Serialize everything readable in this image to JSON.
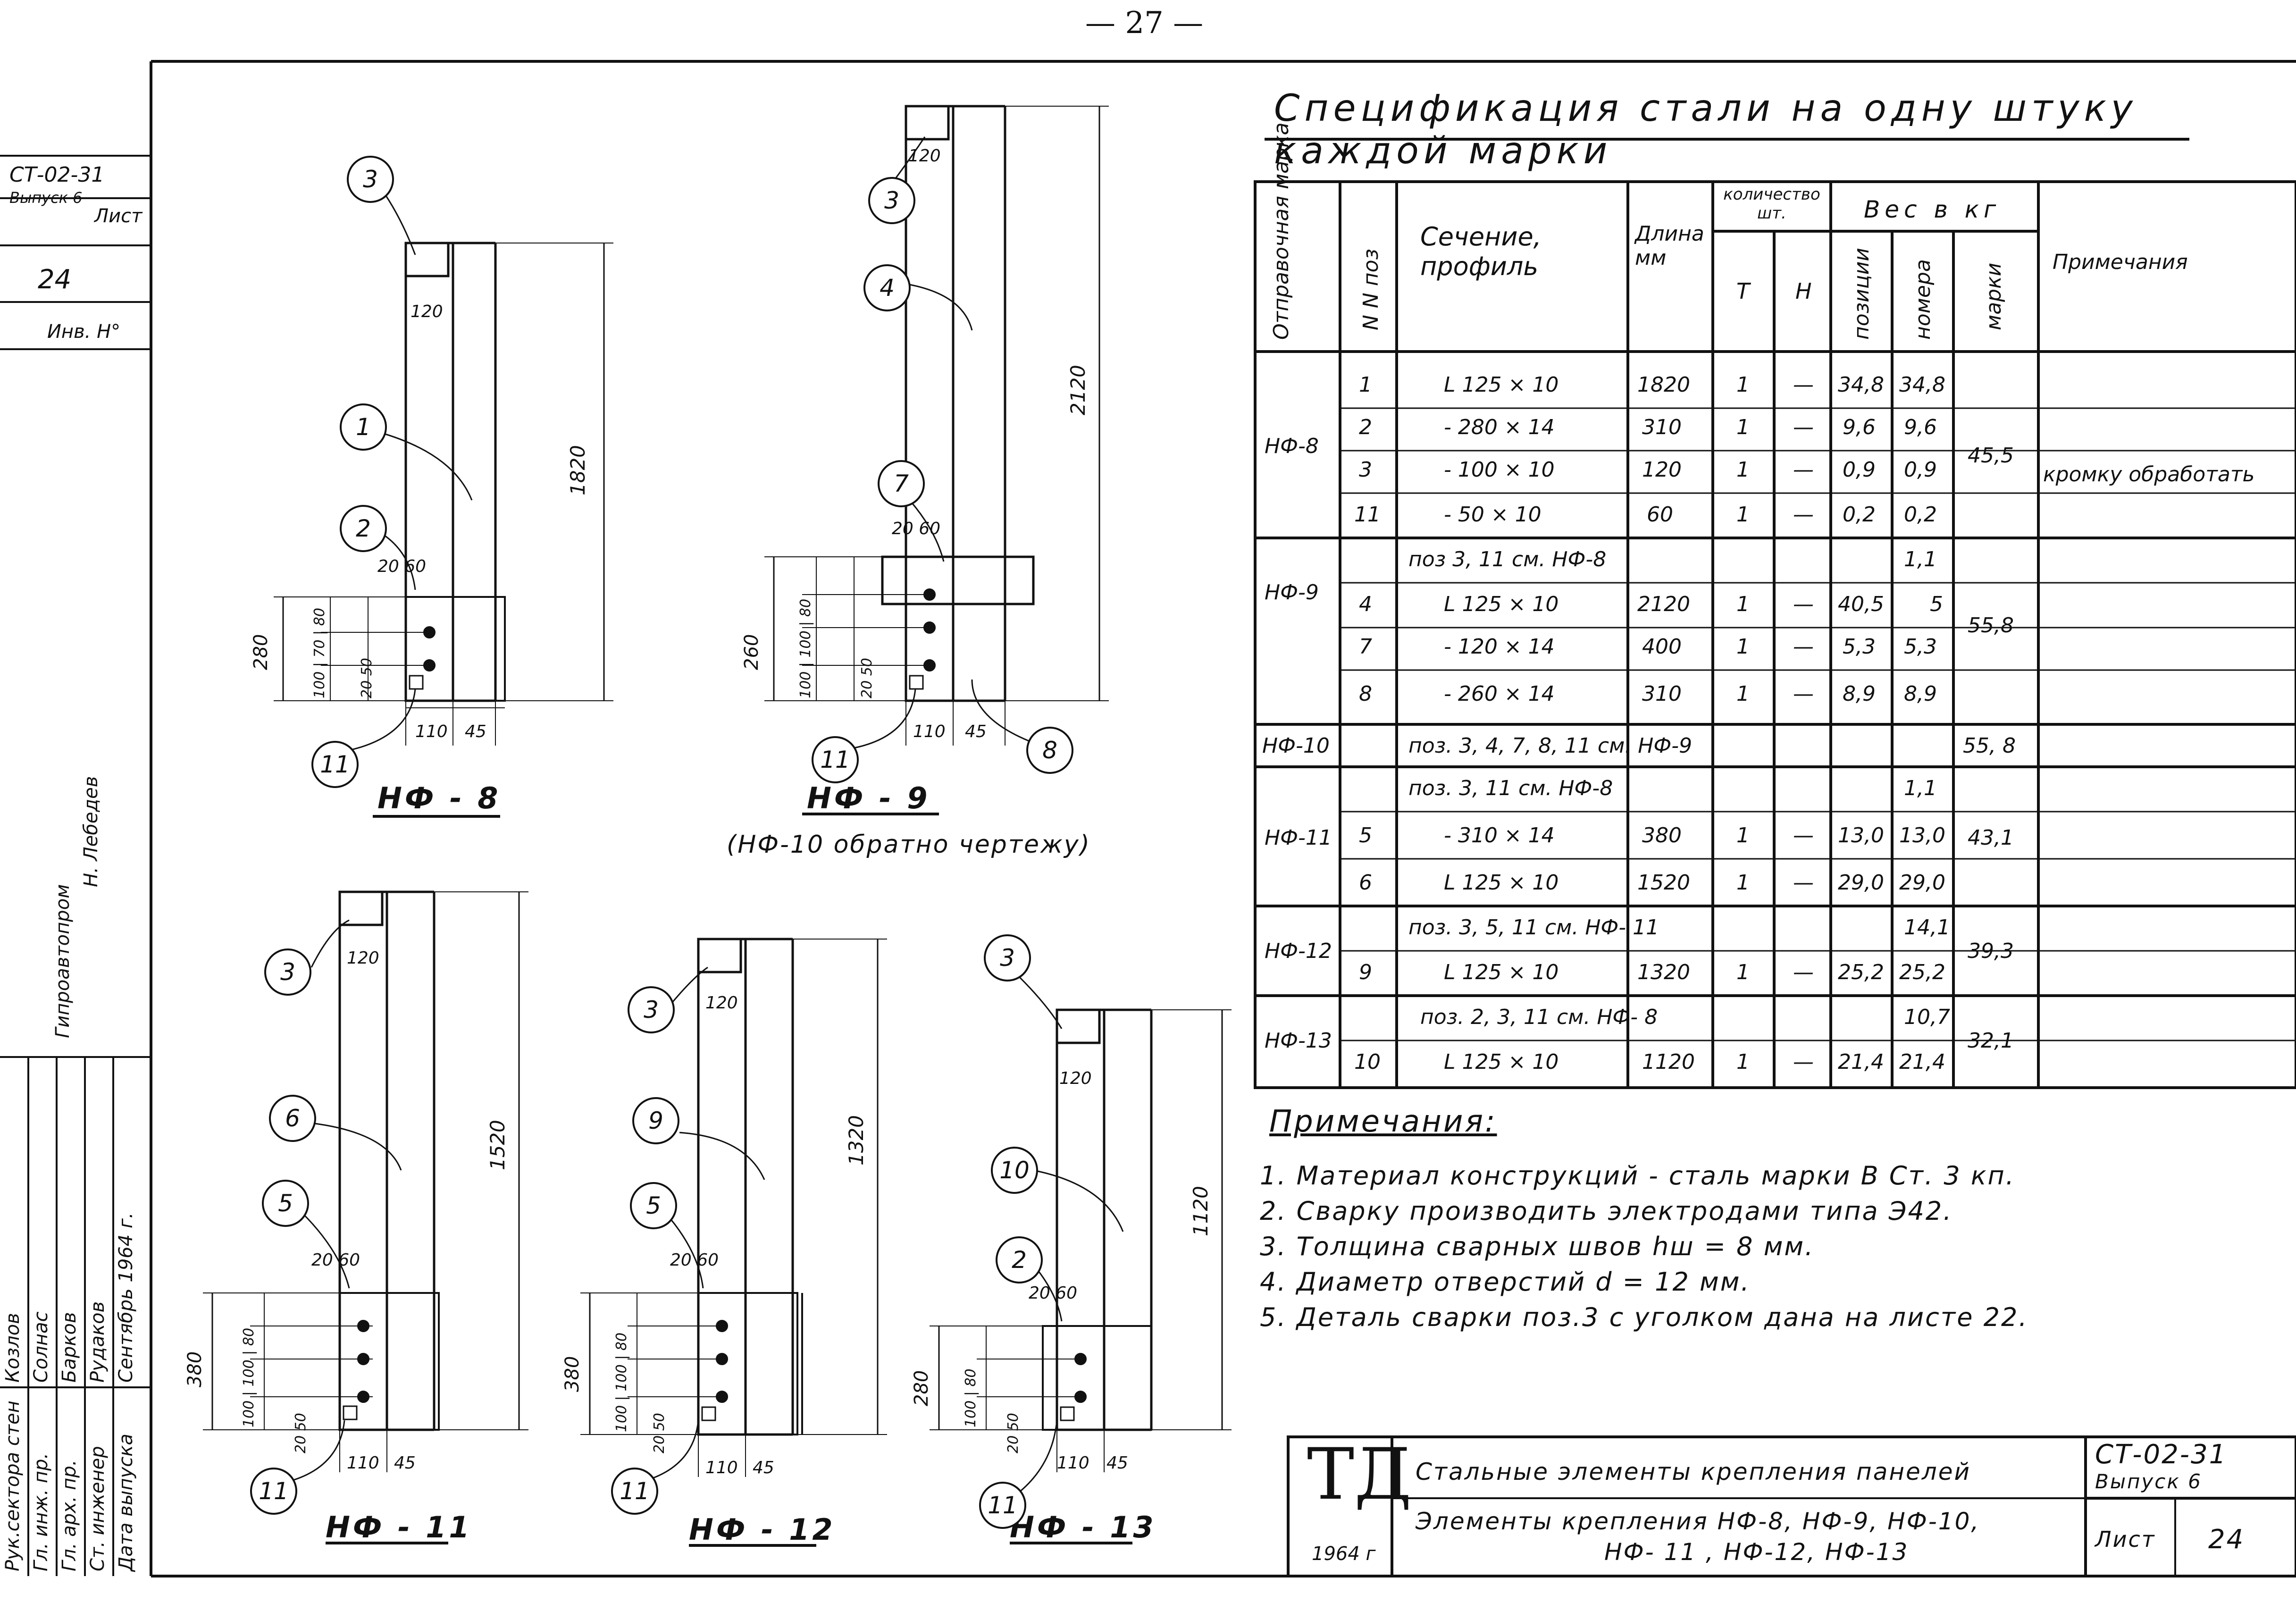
{
  "page_number": "— 27 —",
  "spec": {
    "title": "Спецификация стали на одну штуку каждой марки",
    "headers": {
      "mark": "Отправочная марка",
      "pos": "N N поз",
      "section": "Сечение, профиль",
      "length": "Длина мм",
      "qty": "количество шт.",
      "qty_t": "Т",
      "qty_n": "Н",
      "weight": "Вес в кг",
      "w_pos": "позиции",
      "w_num": "номера",
      "w_mark": "марки",
      "notes": "Примечания"
    },
    "rows": [
      {
        "mark": "НФ-8",
        "pos": "1",
        "section": "L 125 × 10",
        "length": "1820",
        "t": "1",
        "n": "—",
        "wpos": "34,8",
        "wnum": "34,8"
      },
      {
        "mark": "",
        "pos": "2",
        "section": "- 280 × 14",
        "length": "310",
        "t": "1",
        "n": "—",
        "wpos": "9,6",
        "wnum": "9,6"
      },
      {
        "mark": "",
        "pos": "3",
        "section": "- 100 × 10",
        "length": "120",
        "t": "1",
        "n": "—",
        "wpos": "0,9",
        "wnum": "0,9"
      },
      {
        "mark": "",
        "pos": "11",
        "section": "- 50 × 10",
        "length": "60",
        "t": "1",
        "n": "—",
        "wpos": "0,2",
        "wnum": "0,2"
      },
      {
        "mark": "НФ-9",
        "pos": "",
        "section": "поз 3, 11 см. НФ-8",
        "length": "",
        "t": "",
        "n": "",
        "wpos": "",
        "wnum": "1,1"
      },
      {
        "mark": "",
        "pos": "4",
        "section": "L 125 × 10",
        "length": "2120",
        "t": "1",
        "n": "—",
        "wpos": "40,5",
        "wnum": "5"
      },
      {
        "mark": "",
        "pos": "7",
        "section": "- 120 × 14",
        "length": "400",
        "t": "1",
        "n": "—",
        "wpos": "5,3",
        "wnum": "5,3"
      },
      {
        "mark": "",
        "pos": "8",
        "section": "- 260 × 14",
        "length": "310",
        "t": "1",
        "n": "—",
        "wpos": "8,9",
        "wnum": "8,9"
      },
      {
        "mark": "НФ-10",
        "pos": "",
        "section": "поз. 3, 4, 7, 8, 11 см. НФ-9",
        "length": "",
        "t": "",
        "n": "",
        "wpos": "",
        "wnum": ""
      },
      {
        "mark": "НФ-11",
        "pos": "",
        "section": "поз. 3, 11 см. НФ-8",
        "length": "",
        "t": "",
        "n": "",
        "wpos": "",
        "wnum": "1,1"
      },
      {
        "mark": "",
        "pos": "5",
        "section": "- 310 × 14",
        "length": "380",
        "t": "1",
        "n": "—",
        "wpos": "13,0",
        "wnum": "13,0"
      },
      {
        "mark": "",
        "pos": "6",
        "section": "L 125 × 10",
        "length": "1520",
        "t": "1",
        "n": "—",
        "wpos": "29,0",
        "wnum": "29,0"
      },
      {
        "mark": "НФ-12",
        "pos": "",
        "section": "поз. 3, 5, 11 см. НФ- 11",
        "length": "",
        "t": "",
        "n": "",
        "wpos": "",
        "wnum": "14,1"
      },
      {
        "mark": "",
        "pos": "9",
        "section": "L 125 × 10",
        "length": "1320",
        "t": "1",
        "n": "—",
        "wpos": "25,2",
        "wnum": "25,2"
      },
      {
        "mark": "НФ-13",
        "pos": "",
        "section": "поз. 2, 3, 11 см. НФ- 8",
        "length": "",
        "t": "",
        "n": "",
        "wpos": "",
        "wnum": "10,7"
      },
      {
        "mark": "",
        "pos": "10",
        "section": "L 125 × 10",
        "length": "1120",
        "t": "1",
        "n": "—",
        "wpos": "21,4",
        "wnum": "21,4"
      }
    ],
    "mark_weights": {
      "nf8": "45,5",
      "nf9": "55,8",
      "nf10": "55, 8",
      "nf11": "43,1",
      "nf12": "39,3",
      "nf13": "32,1"
    },
    "nf8_note": "кромку обработать"
  },
  "notes": {
    "title": "Примечания:",
    "items": [
      "1.  Материал конструкций - сталь марки  В Ст. 3 кп.",
      "2.  Сварку производить электродами типа Э42.",
      "3.  Толщина сварных швов  hш = 8 мм.",
      "4.  Диаметр отверстий    d = 12 мм.",
      "5.  Деталь сварки поз.3 с уголком дана на листе 22."
    ]
  },
  "stamp": {
    "logo": "ТД",
    "year": "1964 г",
    "title_line": "Стальные элементы крепления панелей",
    "elements_line1": "Элементы   крепления   НФ-8,  НФ-9,  НФ-10,",
    "elements_line2": "НФ- 11 ,  НФ-12,  НФ-13",
    "code": "СТ-02-31",
    "issue": "Выпуск 6",
    "sheet_label": "Лист",
    "sheet_no": "24"
  },
  "left_margin": {
    "code": "СТ-02-31",
    "issue": "Выпуск 6",
    "sheet_label": "Лист",
    "sheet_no": "24",
    "inv": "Инв. Н°",
    "stamp_rows": [
      "Рук.сектора стен",
      "Гл. инж. пр.",
      "Гл. арх. пр.",
      "Ст. инженер",
      "Дата выпуска"
    ],
    "stamp_names": [
      "Козлов",
      "Солнас",
      "Барков",
      "Рудаков",
      "Сентябрь 1964 г."
    ],
    "side_word": "Гипроавтопром",
    "side_checked": "Н. Лебедев"
  },
  "drawings": {
    "labels": [
      "НФ - 8",
      "НФ - 9",
      "(НФ-10 обратно чертежу)",
      "НФ - 11",
      "НФ - 12",
      "НФ - 13"
    ],
    "heights": [
      "1820",
      "2120",
      "1520",
      "1320",
      "1120"
    ],
    "bubbles": [
      "3",
      "1",
      "2",
      "11",
      "3",
      "4",
      "7",
      "11",
      "8",
      "3",
      "6",
      "5",
      "11",
      "3",
      "9",
      "5",
      "11",
      "3",
      "10",
      "2",
      "11"
    ],
    "dims": {
      "w120": "120",
      "w110": "110",
      "w45": "45",
      "w20_60": "20  60",
      "h280": "280",
      "h260": "260",
      "h380": "380",
      "stack_8": "100 | 70 | 80",
      "stack_9": "100 | 100 | 80",
      "stack_11": "100 | 100 | 80",
      "stack_12": "100 | 100 | 80",
      "stack_13": "100 | 80",
      "s20_50": "20  50"
    }
  }
}
